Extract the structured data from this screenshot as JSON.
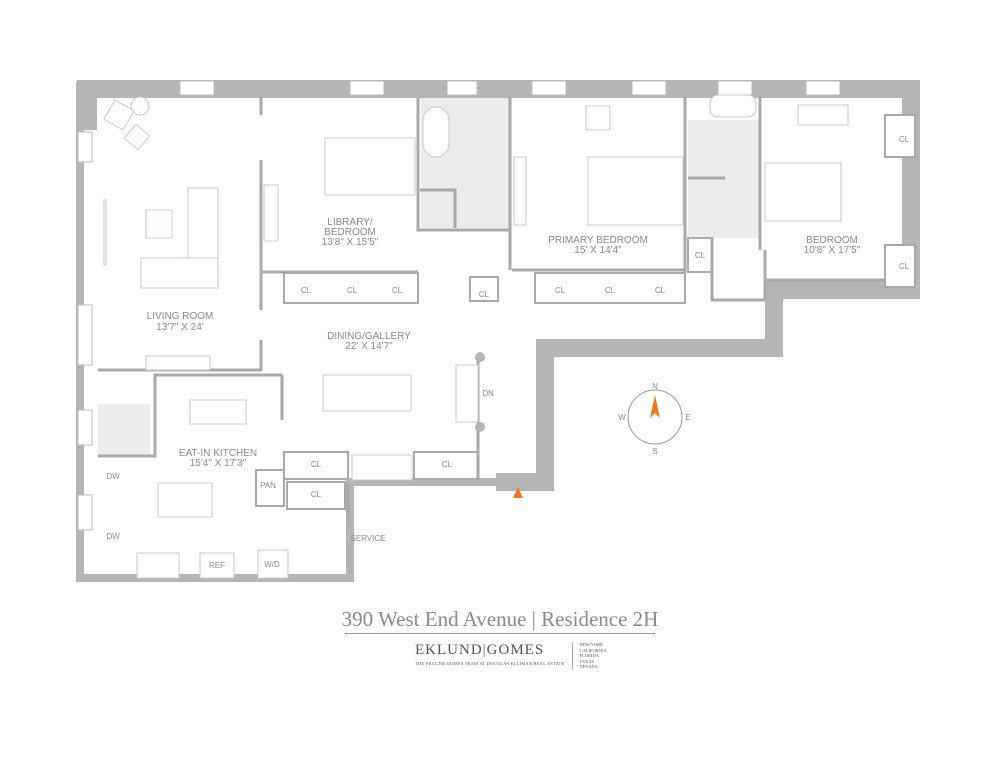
{
  "rooms": {
    "living_room": {
      "name": "LIVING ROOM",
      "size": "13'7\" X 24'"
    },
    "library": {
      "name_line1": "LIBRARY/",
      "name_line2": "BEDROOM",
      "size": "13'8\" X 15'5\""
    },
    "primary_bedroom": {
      "name": "PRIMARY BEDROOM",
      "size": "15' X 14'4\""
    },
    "bedroom": {
      "name": "BEDROOM",
      "size": "10'8\" X 17'5\""
    },
    "dining": {
      "name": "DINING/GALLERY",
      "size": "22' X 14'7\""
    },
    "kitchen": {
      "name": "EAT-IN KITCHEN",
      "size": "15'4\" X 17'3\""
    }
  },
  "fixtures": {
    "closet": "CL",
    "dishwasher": "DW",
    "pantry": "PAN",
    "refrigerator": "REF",
    "washer_dryer": "W/D",
    "stairs_down": "DN",
    "service": "SERVICE"
  },
  "compass": {
    "n": "N",
    "s": "S",
    "e": "E",
    "w": "W",
    "needle_color": "#e87a1e"
  },
  "entry_marker_color": "#e87a1e",
  "footer": {
    "title": "390 West End Avenue | Residence 2H",
    "brand": "EKLUND|GOMES",
    "team": "THE EKLUND GOMES TEAM AT DOUGLAS ELLIMAN REAL ESTATE",
    "states": [
      "NEW YORK",
      "CALIFORNIA",
      "FLORIDA",
      "TEXAS",
      "NEVADA"
    ]
  }
}
